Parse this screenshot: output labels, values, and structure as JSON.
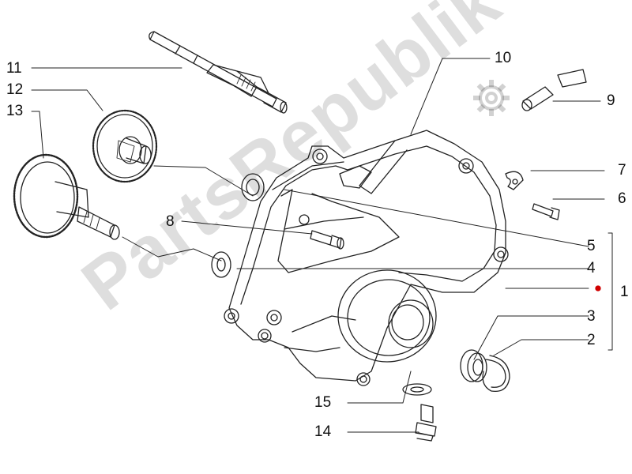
{
  "watermark": {
    "text": "PartsRepublik",
    "color": "#cfcfcf"
  },
  "labels": {
    "n1": "1",
    "n2": "2",
    "n3": "3",
    "n4": "4",
    "n5": "5",
    "n6": "6",
    "n7": "7",
    "n8": "8",
    "n9": "9",
    "n10": "10",
    "n11": "11",
    "n12": "12",
    "n13": "13",
    "n14": "14",
    "n15": "15"
  },
  "colors": {
    "line": "#222222",
    "gear": "#444444",
    "accent": "#d00000"
  },
  "icons": {
    "gear_logo": "gear-icon"
  }
}
